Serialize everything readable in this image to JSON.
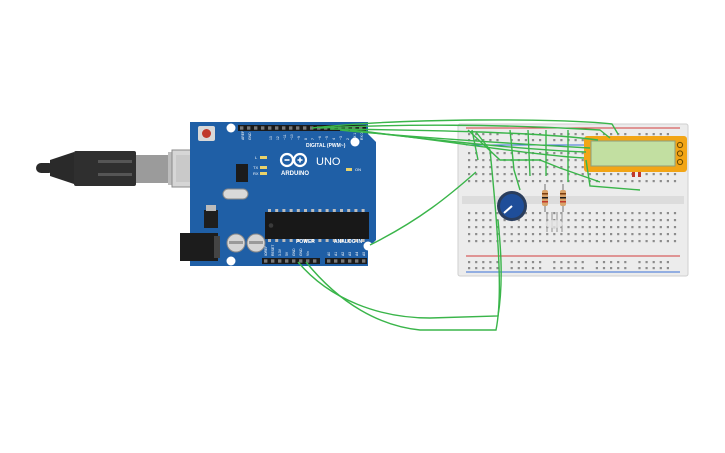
{
  "board": {
    "brand": "ARDUINO",
    "model": "UNO",
    "digital_label": "DIGITAL (PWM~)",
    "power_label": "POWER",
    "analog_label": "ANALOG IN",
    "on_label": "ON",
    "aref_label": "AREF",
    "gnd_label": "GND",
    "power_pins": [
      "IOREF",
      "RESET",
      "3.3V",
      "5V",
      "GND",
      "GND",
      "Vin"
    ],
    "analog_pins": [
      "A0",
      "A1",
      "A2",
      "A3",
      "A4",
      "A5"
    ],
    "digital_pins": [
      "13",
      "12",
      "~11",
      "~10",
      "~9",
      "8",
      "7",
      "~6",
      "~5",
      "4",
      "~3",
      "2",
      "TX 1",
      "RX 0"
    ],
    "led_labels": [
      "L",
      "TX",
      "RX"
    ]
  },
  "colors": {
    "board": "#1f5fa6",
    "wire": "#3ab54a",
    "breadboard": "#ececec",
    "rail_red": "#d23b3b",
    "rail_blue": "#3a6fd6",
    "lcd_frame": "#f2a516",
    "lcd_screen": "#c2dfa1",
    "pot": "#1f4e99",
    "usb": "#2a2a2a"
  }
}
